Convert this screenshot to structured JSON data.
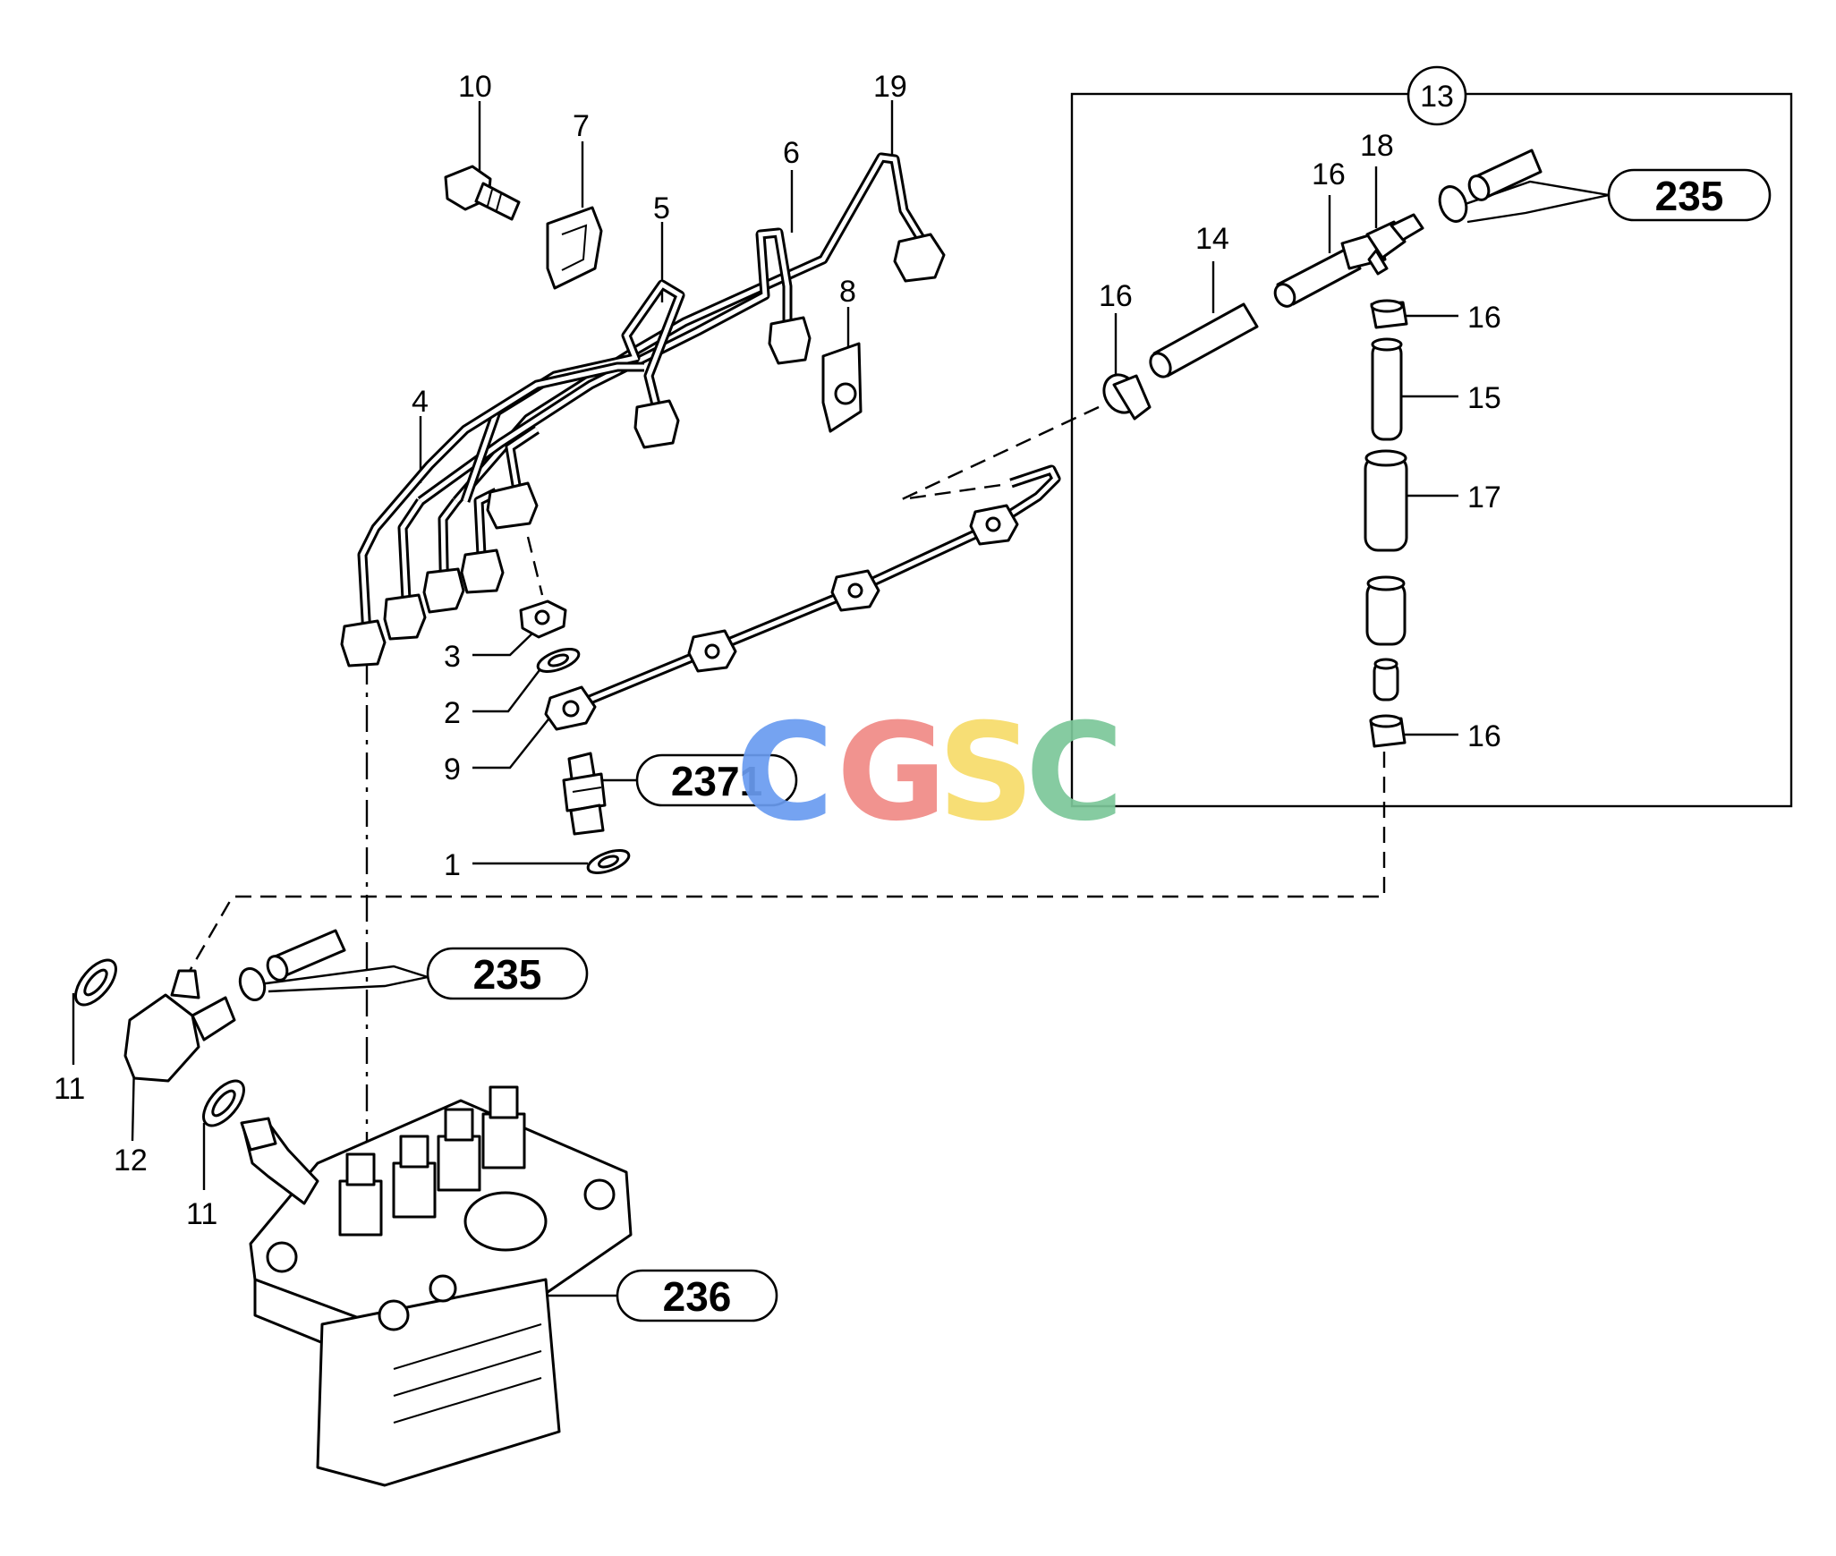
{
  "callouts": {
    "c1": "1",
    "c2": "2",
    "c3": "3",
    "c4": "4",
    "c5": "5",
    "c6": "6",
    "c7": "7",
    "c8": "8",
    "c9": "9",
    "c10": "10",
    "c11a": "11",
    "c11b": "11",
    "c12": "12",
    "c13": "13",
    "c14": "14",
    "c15": "15",
    "c16a": "16",
    "c16b": "16",
    "c16c": "16",
    "c16d": "16",
    "c17": "17",
    "c18": "18",
    "c19": "19"
  },
  "references": {
    "r235_top": "235",
    "r235_left": "235",
    "r2371": "2371",
    "r236": "236"
  },
  "watermark": {
    "letters": [
      "C",
      "G",
      "S",
      "C"
    ],
    "colors": [
      "#6a9cf0",
      "#f08a86",
      "#f7dc6a",
      "#7cc79a"
    ]
  }
}
